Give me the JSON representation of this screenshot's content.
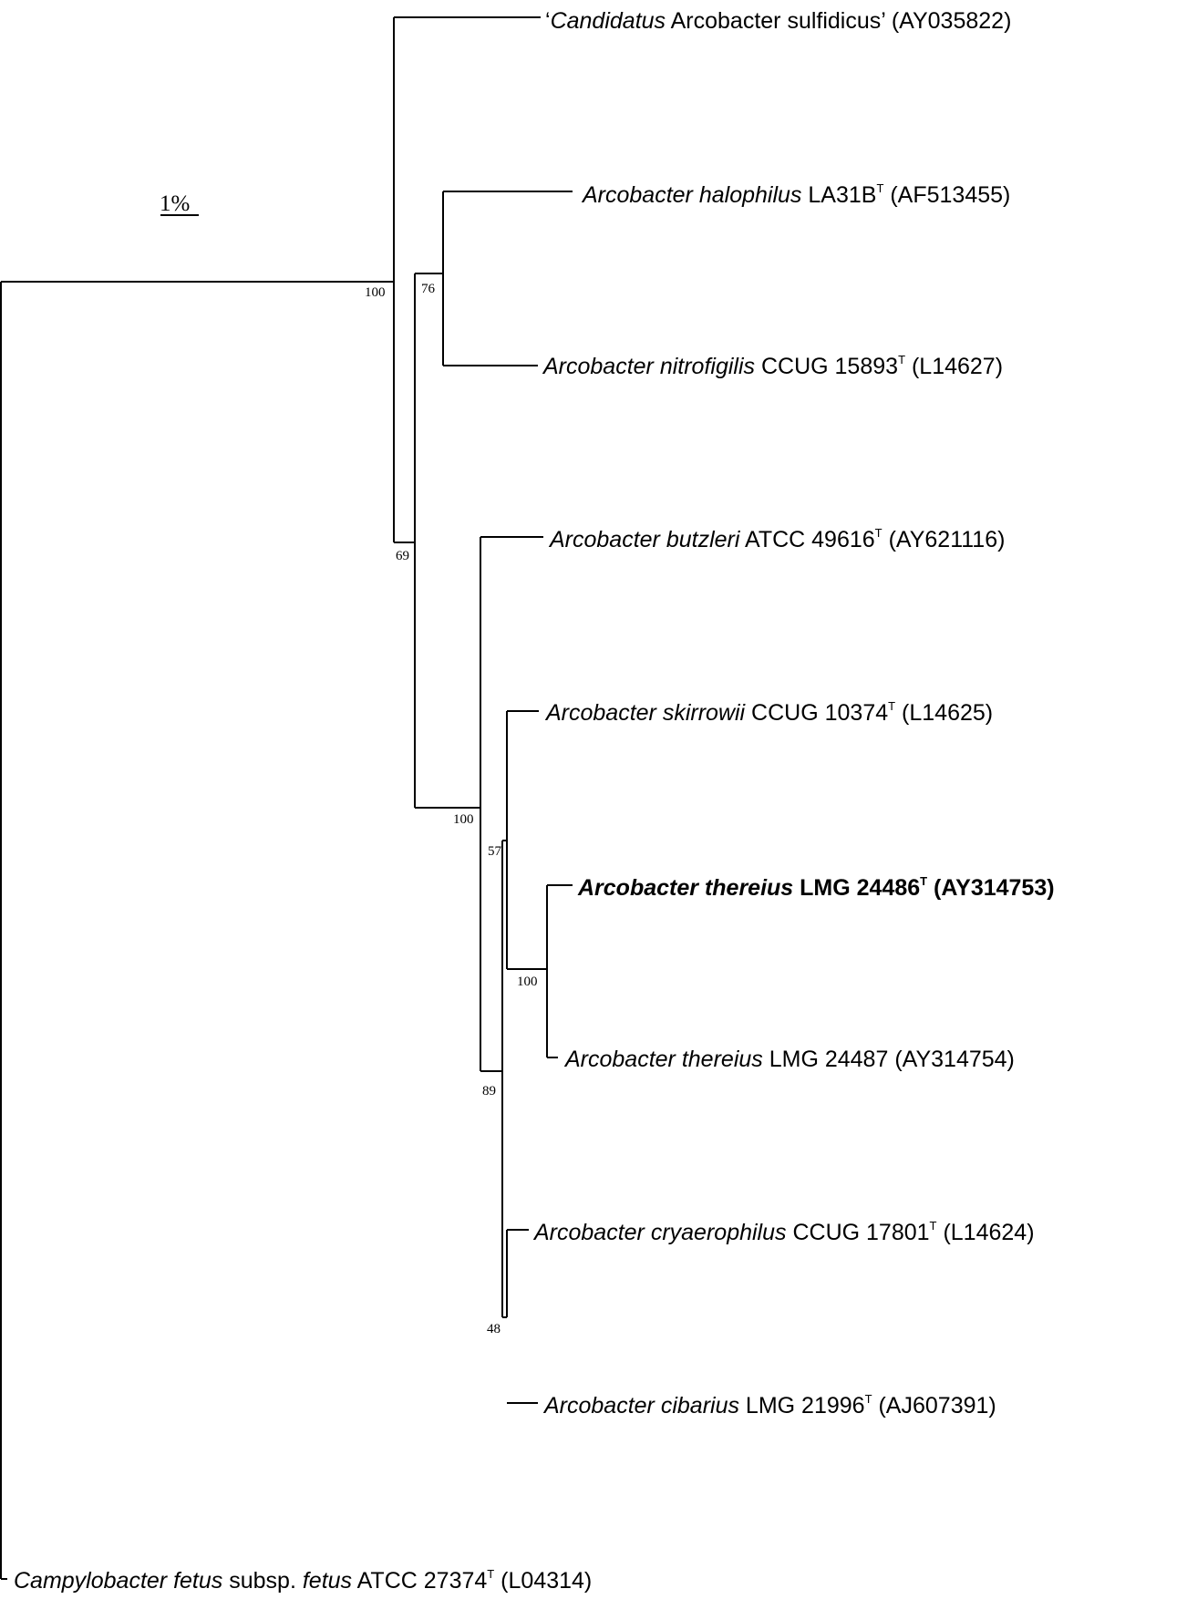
{
  "scale_bar": {
    "label": "1%"
  },
  "taxa": [
    {
      "id": "sulfidicus",
      "bold": false,
      "parts": [
        {
          "t": "‘",
          "i": false
        },
        {
          "t": "Candidatus",
          "i": true
        },
        {
          "t": " Arcobacter sulfidicus’ (AY035822)",
          "i": false
        }
      ]
    },
    {
      "id": "halophilus",
      "bold": false,
      "parts": [
        {
          "t": "Arcobacter halophilus",
          "i": true
        },
        {
          "t": "  LA31B",
          "i": false
        },
        {
          "t": "T",
          "sup": true
        },
        {
          "t": " (AF513455)",
          "i": false
        }
      ]
    },
    {
      "id": "nitrofigilis",
      "bold": false,
      "parts": [
        {
          "t": "Arcobacter nitrofigilis",
          "i": true
        },
        {
          "t": "  CCUG 15893",
          "i": false
        },
        {
          "t": "T",
          "sup": true
        },
        {
          "t": " (L14627)",
          "i": false
        }
      ]
    },
    {
      "id": "butzleri",
      "bold": false,
      "parts": [
        {
          "t": "Arcobacter butzleri",
          "i": true
        },
        {
          "t": "  ATCC 49616",
          "i": false
        },
        {
          "t": "T",
          "sup": true
        },
        {
          "t": " (AY621116)",
          "i": false
        }
      ]
    },
    {
      "id": "skirrowii",
      "bold": false,
      "parts": [
        {
          "t": "Arcobacter skirrowii",
          "i": true
        },
        {
          "t": " CCUG 10374",
          "i": false
        },
        {
          "t": "T",
          "sup": true
        },
        {
          "t": " (L14625)",
          "i": false
        }
      ]
    },
    {
      "id": "thereius-24486",
      "bold": true,
      "parts": [
        {
          "t": "Arcobacter thereius",
          "i": true
        },
        {
          "t": "  LMG 24486",
          "i": false
        },
        {
          "t": "T",
          "sup": true
        },
        {
          "t": " (AY314753)",
          "i": false
        }
      ]
    },
    {
      "id": "thereius-24487",
      "bold": false,
      "parts": [
        {
          "t": "Arcobacter thereius",
          "i": true
        },
        {
          "t": "  LMG 24487 (AY314754)",
          "i": false
        }
      ]
    },
    {
      "id": "cryaerophilus",
      "bold": false,
      "parts": [
        {
          "t": "Arcobacter cryaerophilus",
          "i": true
        },
        {
          "t": " CCUG 17801",
          "i": false
        },
        {
          "t": "T",
          "sup": true
        },
        {
          "t": " (L14624)",
          "i": false
        }
      ]
    },
    {
      "id": "cibarius",
      "bold": false,
      "parts": [
        {
          "t": "Arcobacter cibarius",
          "i": true
        },
        {
          "t": "  LMG 21996",
          "i": false
        },
        {
          "t": "T",
          "sup": true
        },
        {
          "t": " (AJ607391)",
          "i": false
        }
      ]
    },
    {
      "id": "campylobacter",
      "bold": false,
      "parts": [
        {
          "t": "Campylobacter fetus",
          "i": true
        },
        {
          "t": " subsp. ",
          "i": false
        },
        {
          "t": "fetus",
          "i": true
        },
        {
          "t": " ATCC 27374",
          "i": false
        },
        {
          "t": "T",
          "sup": true
        },
        {
          "t": " (L04314)",
          "i": false
        }
      ]
    }
  ],
  "bootstrap": [
    {
      "id": "root-arcobacter",
      "value": "100"
    },
    {
      "id": "halophilus-nitrofigilis",
      "value": "76"
    },
    {
      "id": "sulfidicus-others",
      "value": "69"
    },
    {
      "id": "butzleri-others",
      "value": "100"
    },
    {
      "id": "skirrowii-thereius",
      "value": "57"
    },
    {
      "id": "thereius-pair",
      "value": "100"
    },
    {
      "id": "core-group",
      "value": "89"
    },
    {
      "id": "cryaerophilus-group",
      "value": "48"
    }
  ]
}
